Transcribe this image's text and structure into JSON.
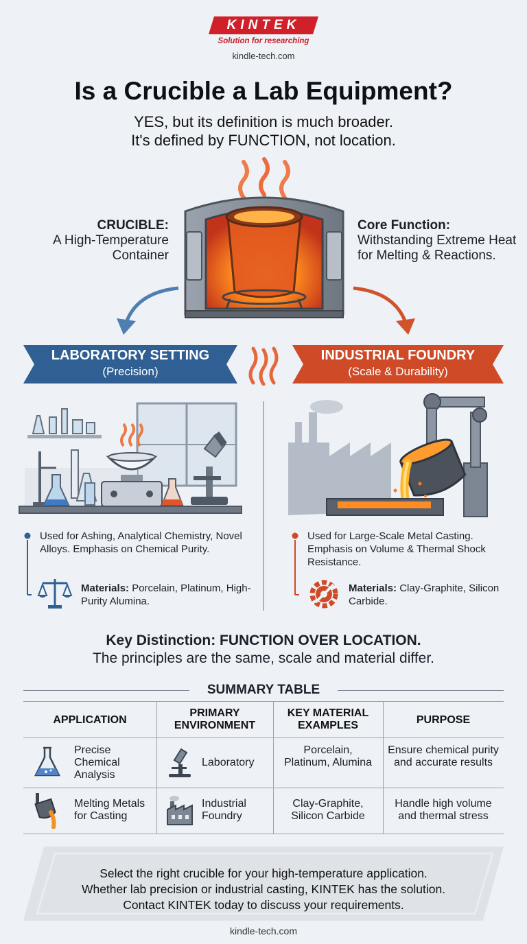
{
  "header": {
    "brand": "KINTEK",
    "tagline": "Solution for researching",
    "site": "kindle-tech.com"
  },
  "title": "Is a Crucible a Lab Equipment?",
  "subtitle_line1": "YES, but its definition is much broader.",
  "subtitle_line2": "It's defined by FUNCTION, not location.",
  "crucible": {
    "label": "CRUCIBLE:",
    "desc": "A High-Temperature Container"
  },
  "core": {
    "label": "Core Function:",
    "desc": "Withstanding Extreme Heat for Melting & Reactions."
  },
  "lab": {
    "title": "LABORATORY SETTING",
    "subtitle": "(Precision)",
    "info": "Used for Ashing, Analytical Chemistry, Novel Alloys. Emphasis on Chemical Purity.",
    "materials_label": "Materials:",
    "materials": "Porcelain, Platinum, High-Purity Alumina."
  },
  "industrial": {
    "title": "INDUSTRIAL FOUNDRY",
    "subtitle": "(Scale & Durability)",
    "info": "Used for Large-Scale Metal Casting. Emphasis on Volume & Thermal Shock Resistance.",
    "materials_label": "Materials:",
    "materials": "Clay-Graphite, Silicon Carbide."
  },
  "key_line1": "Key Distinction: FUNCTION OVER LOCATION.",
  "key_line2": "The principles are the same, scale and material differ.",
  "summary": {
    "title": "SUMMARY TABLE",
    "headers": [
      "APPLICATION",
      "PRIMARY ENVIRONMENT",
      "KEY MATERIAL EXAMPLES",
      "PURPOSE"
    ],
    "rows": [
      {
        "application": "Precise Chemical Analysis",
        "environment": "Laboratory",
        "materials": "Porcelain, Platinum, Alumina",
        "purpose": "Ensure chemical purity and accurate results"
      },
      {
        "application": "Melting Metals for Casting",
        "environment": "Industrial Foundry",
        "materials": "Clay-Graphite, Silicon Carbide",
        "purpose": "Handle high volume and thermal stress"
      }
    ]
  },
  "footer": {
    "line1": "Select the right crucible for your high-temperature application.",
    "line2": "Whether lab precision or industrial casting, KINTEK has the solution.",
    "line3": "Contact KINTEK today to discuss your requirements.",
    "site": "kindle-tech.com"
  },
  "colors": {
    "lab_blue": "#2f5f93",
    "industrial_orange": "#cf4a26",
    "brand_red": "#d0202a"
  }
}
